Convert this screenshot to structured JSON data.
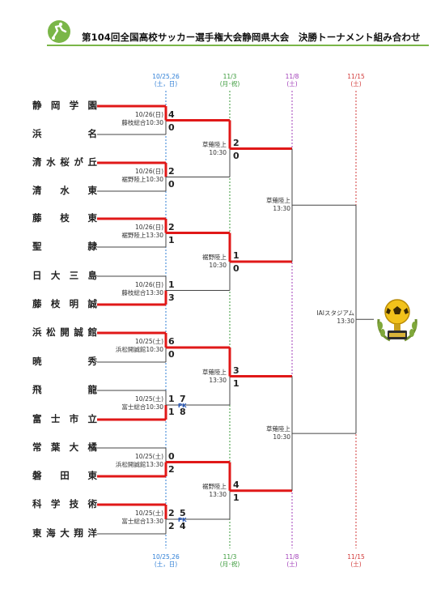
{
  "title": "第104回全国高校サッカー選手権大会静岡県大会　決勝トーナメント組み合わせ",
  "columns": [
    {
      "date": "10/25,26",
      "sub": "(土，日)",
      "color": "#2f7fd6"
    },
    {
      "date": "11/3",
      "sub": "(月･祝)",
      "color": "#3a9a3a"
    },
    {
      "date": "11/8",
      "sub": "(土)",
      "color": "#a03cb8"
    },
    {
      "date": "11/15",
      "sub": "(土)",
      "color": "#d23a3a"
    }
  ],
  "teams": [
    "静岡学園",
    "浜名",
    "清水桜が丘",
    "清水東",
    "藤枝東",
    "聖隷",
    "日大三島",
    "藤枝明誠",
    "浜松開誠館",
    "暁秀",
    "飛龍",
    "富士市立",
    "常葉大橘",
    "磐田東",
    "科学技術",
    "東海大翔洋"
  ],
  "round1": [
    {
      "date": "10/26(日)",
      "venue": "藤枝総合10:30",
      "top": "4",
      "bottom": "0"
    },
    {
      "date": "10/26(日)",
      "venue": "裾野陸上10:30",
      "top": "2",
      "bottom": "0"
    },
    {
      "date": "10/26(日)",
      "venue": "裾野陸上13:30",
      "top": "2",
      "bottom": "1"
    },
    {
      "date": "10/26(日)",
      "venue": "藤枝総合13:30",
      "top": "1",
      "bottom": "3"
    },
    {
      "date": "10/25(土)",
      "venue": "浜松開誠館10:30",
      "top": "6",
      "bottom": "0"
    },
    {
      "date": "10/25(土)",
      "venue": "富士総合10:30",
      "top": "1",
      "bottom": "1",
      "pk_top": "7",
      "pk_bottom": "8",
      "pk_label": "PK"
    },
    {
      "date": "10/25(土)",
      "venue": "浜松開誠館13:30",
      "top": "0",
      "bottom": "2"
    },
    {
      "date": "10/25(土)",
      "venue": "富士総合13:30",
      "top": "2",
      "bottom": "2",
      "pk_top": "5",
      "pk_bottom": "4",
      "pk_label": "PK"
    }
  ],
  "round2": [
    {
      "venue": "草薙陸上",
      "time": "10:30",
      "top": "2",
      "bottom": "0"
    },
    {
      "venue": "裾野陸上",
      "time": "10:30",
      "top": "1",
      "bottom": "0"
    },
    {
      "venue": "草薙陸上",
      "time": "13:30",
      "top": "3",
      "bottom": "1"
    },
    {
      "venue": "裾野陸上",
      "time": "13:30",
      "top": "4",
      "bottom": "1"
    }
  ],
  "semis": [
    {
      "venue": "草薙陸上",
      "time": "13:30"
    },
    {
      "venue": "草薙陸上",
      "time": "10:30"
    }
  ],
  "final": {
    "venue": "IAIスタジアム",
    "time": "13:30"
  },
  "colors": {
    "winner": "#e01818",
    "line": "#444444",
    "accent": "#7ab648"
  },
  "icons": {
    "logo": "soccer-player-icon",
    "trophy": "trophy-icon"
  }
}
